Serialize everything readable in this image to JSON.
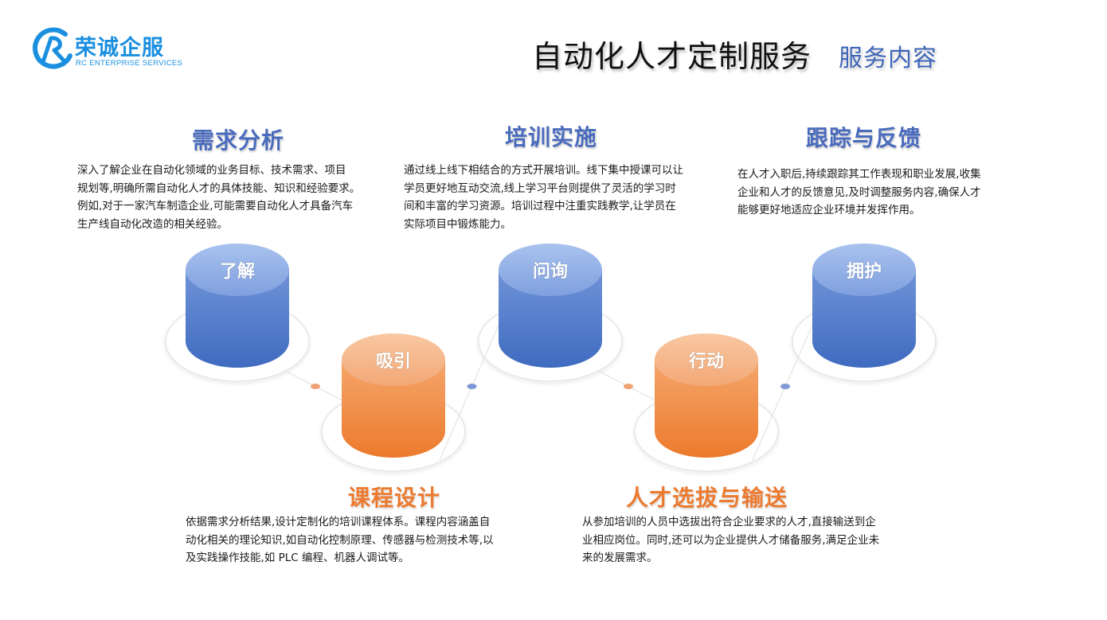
{
  "logo": {
    "name": "荣诚企服",
    "subtitle": "RC ENTERPRISE SERVICES",
    "brand_color": "#1a8fe0",
    "icon": "rc-logo-icon"
  },
  "header": {
    "title": "自动化人才定制服务",
    "subtitle": "服务内容"
  },
  "sections": [
    {
      "title": "需求分析",
      "lines": [
        "深入了解企业在自动化领域的业务目标、技术需求、项目",
        "规划等,明确所需自动化人才的具体技能、知识和经验要求。",
        "例如,对于一家汽车制造企业,可能需要自动化人才具备汽车",
        "生产线自动化改造的相关经验。"
      ]
    },
    {
      "title": "培训实施",
      "lines": [
        "通过线上线下相结合的方式开展培训。线下集中授课可以让",
        "学员更好地互动交流,线上学习平台则提供了灵活的学习时",
        "间和丰富的学习资源。培训过程中注重实践教学,让学员在",
        "实际项目中锻炼能力。"
      ]
    },
    {
      "title": "跟踪与反馈",
      "lines": [
        "在人才入职后,持续跟踪其工作表现和职业发展,收集",
        "企业和人才的反馈意见,及时调整服务内容,确保人才",
        "能够更好地适应企业环境并发挥作用。"
      ]
    },
    {
      "title": "课程设计",
      "lines": [
        "依据需求分析结果,设计定制化的培训课程体系。课程内容涵盖自",
        "动化相关的理论知识,如自动化控制原理、传感器与检测技术等,以",
        "及实践操作技能,如 PLC 编程、机器人调试等。"
      ]
    },
    {
      "title": "人才选拔与输送",
      "lines": [
        "从参加培训的人员中选拔出符合企业要求的人才,直接输送到企",
        "业相应岗位。同时,还可以为企业提供人才储备服务,满足企业未",
        "来的发展需求。"
      ]
    }
  ],
  "cylinders": [
    {
      "label": "了解",
      "color": "blue"
    },
    {
      "label": "吸引",
      "color": "orange"
    },
    {
      "label": "问询",
      "color": "blue"
    },
    {
      "label": "行动",
      "color": "orange"
    },
    {
      "label": "拥护",
      "color": "blue"
    }
  ],
  "colors": {
    "blue_top": "#8fb0e6",
    "blue_body": "#4472c4",
    "orange_top": "#f6b98a",
    "orange_body": "#ed7d31",
    "title_blue": "#4a6bbd",
    "title_orange": "#ec7a2f"
  }
}
